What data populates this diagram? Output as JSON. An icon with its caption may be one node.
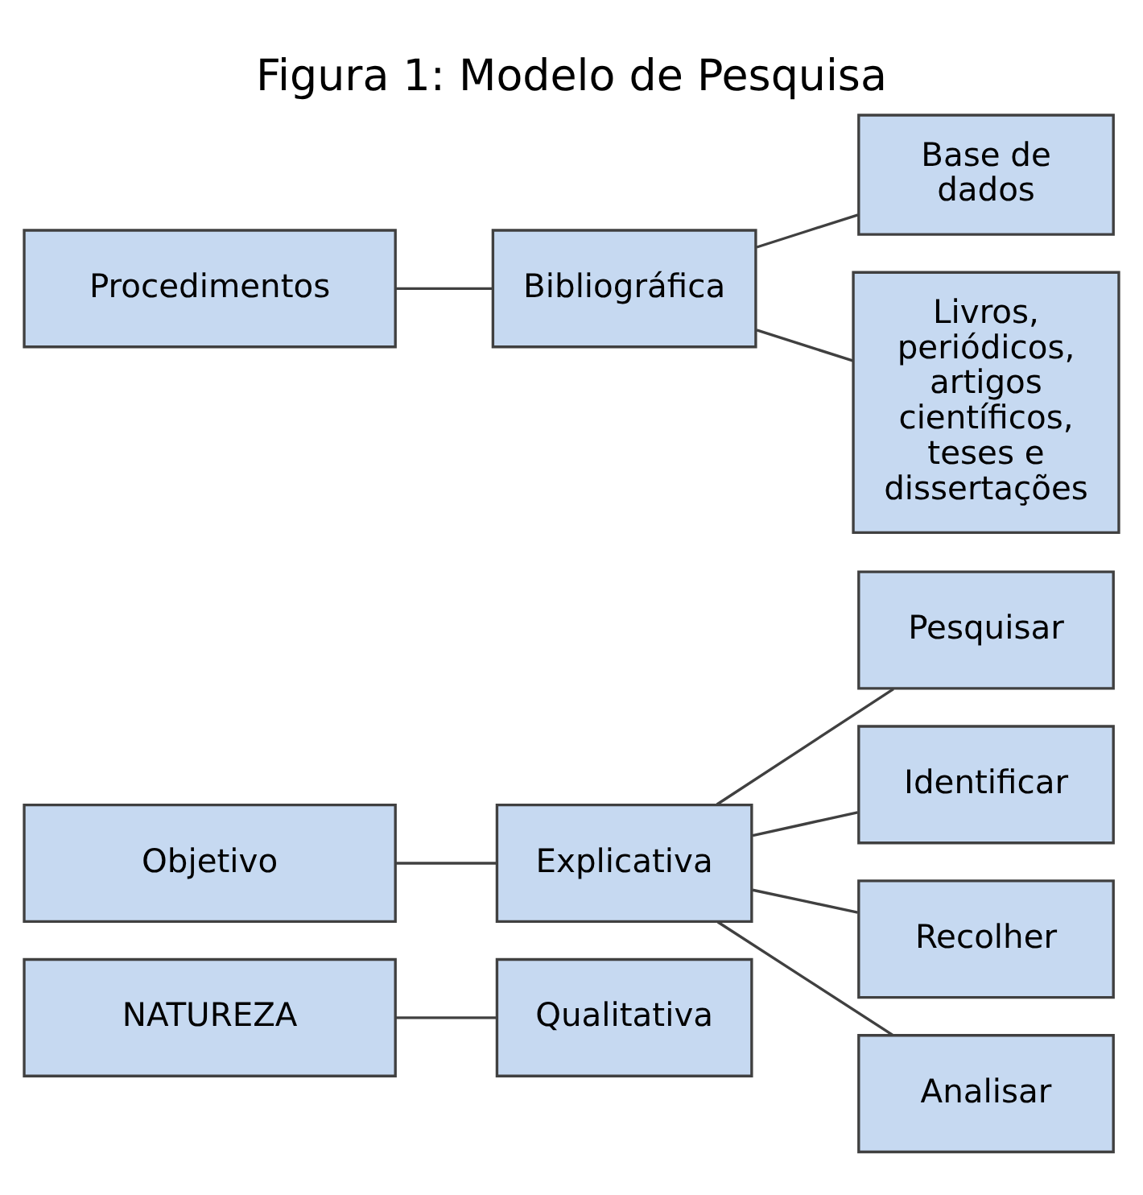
{
  "diagram": {
    "title": "Figura 1: Modelo de Pesquisa",
    "nodes": [
      {
        "text": [
          "NATUREZA"
        ]
      },
      {
        "text": [
          "Qualitativa"
        ]
      },
      {
        "text": [
          "Objetivo"
        ]
      },
      {
        "text": [
          "Explicativa"
        ]
      },
      {
        "text": [
          "Pesquisar"
        ]
      },
      {
        "text": [
          "Identificar"
        ]
      },
      {
        "text": [
          "Recolher"
        ]
      },
      {
        "text": [
          "Analisar"
        ]
      },
      {
        "text": [
          "Procedimentos"
        ]
      },
      {
        "text": [
          "Bibliográfica"
        ]
      },
      {
        "text": [
          "Base de dados"
        ]
      },
      {
        "text": [
          "Livros, periódicos, artigos científicos, teses e dissertações"
        ]
      }
    ],
    "edges": [
      {
        "from": 0,
        "to": 1,
        "arrow": "none"
      },
      {
        "from": 2,
        "to": 3,
        "arrow": "none"
      },
      {
        "from": 3,
        "to": 4,
        "arrow": "none"
      },
      {
        "from": 3,
        "to": 5,
        "arrow": "none"
      },
      {
        "from": 3,
        "to": 6,
        "arrow": "none"
      },
      {
        "from": 3,
        "to": 7,
        "arrow": "none"
      },
      {
        "from": 8,
        "to": 9,
        "arrow": "none"
      },
      {
        "from": 9,
        "to": 10,
        "arrow": "none"
      },
      {
        "from": 9,
        "to": 11,
        "arrow": "none"
      }
    ]
  }
}
